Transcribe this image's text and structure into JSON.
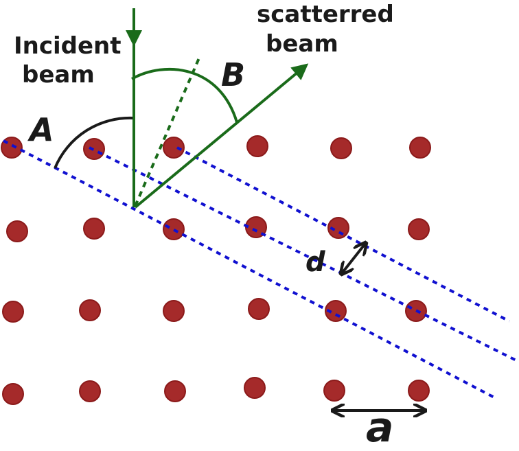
{
  "labels": {
    "incident_line1": "Incident",
    "incident_line2": "beam",
    "scattered_line1": "scatterred",
    "scattered_line2": "beam",
    "angle_a": "A",
    "angle_b": "B",
    "spacing_d": "d",
    "lattice_a": "a"
  },
  "lattice": {
    "rows": 4,
    "columns": 6
  },
  "colors": {
    "atom": "#a52a2a",
    "plane": "#1010d0",
    "beam": "#1a6b1a",
    "annotation": "#1a1a1a"
  }
}
